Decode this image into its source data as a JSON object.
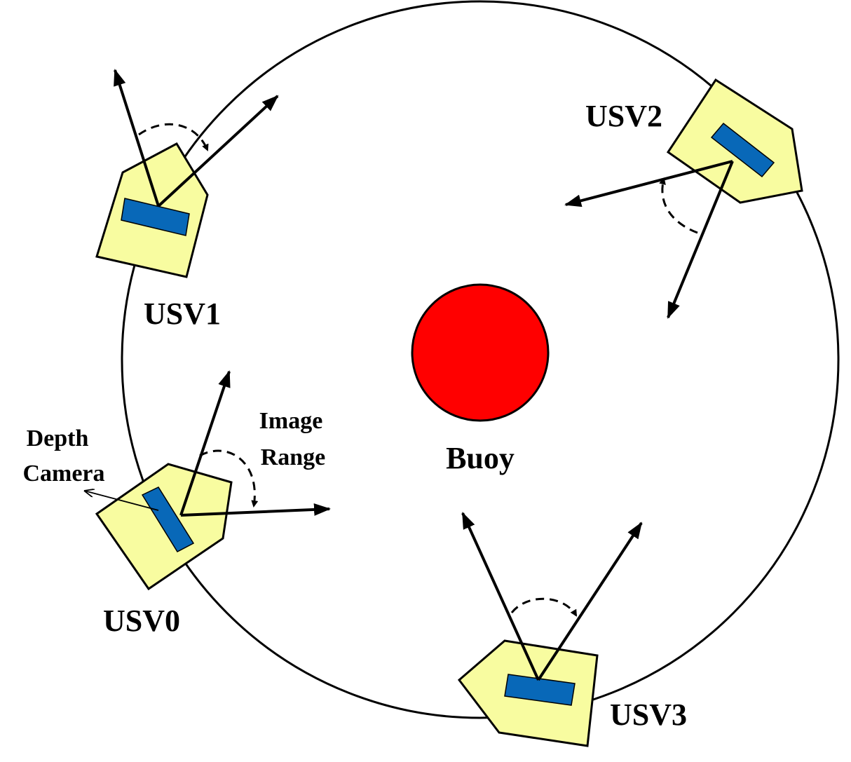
{
  "labels": {
    "buoy": "Buoy",
    "usv0": "USV0",
    "usv1": "USV1",
    "usv2": "USV2",
    "usv3": "USV3",
    "depth_line1": "Depth",
    "depth_line2": "Camera",
    "image_line1": "Image",
    "image_line2": "Range"
  },
  "colors": {
    "buoy": "#ff0000",
    "hull": "#f8fca0",
    "camera": "#0868b8",
    "stroke": "#000000"
  }
}
